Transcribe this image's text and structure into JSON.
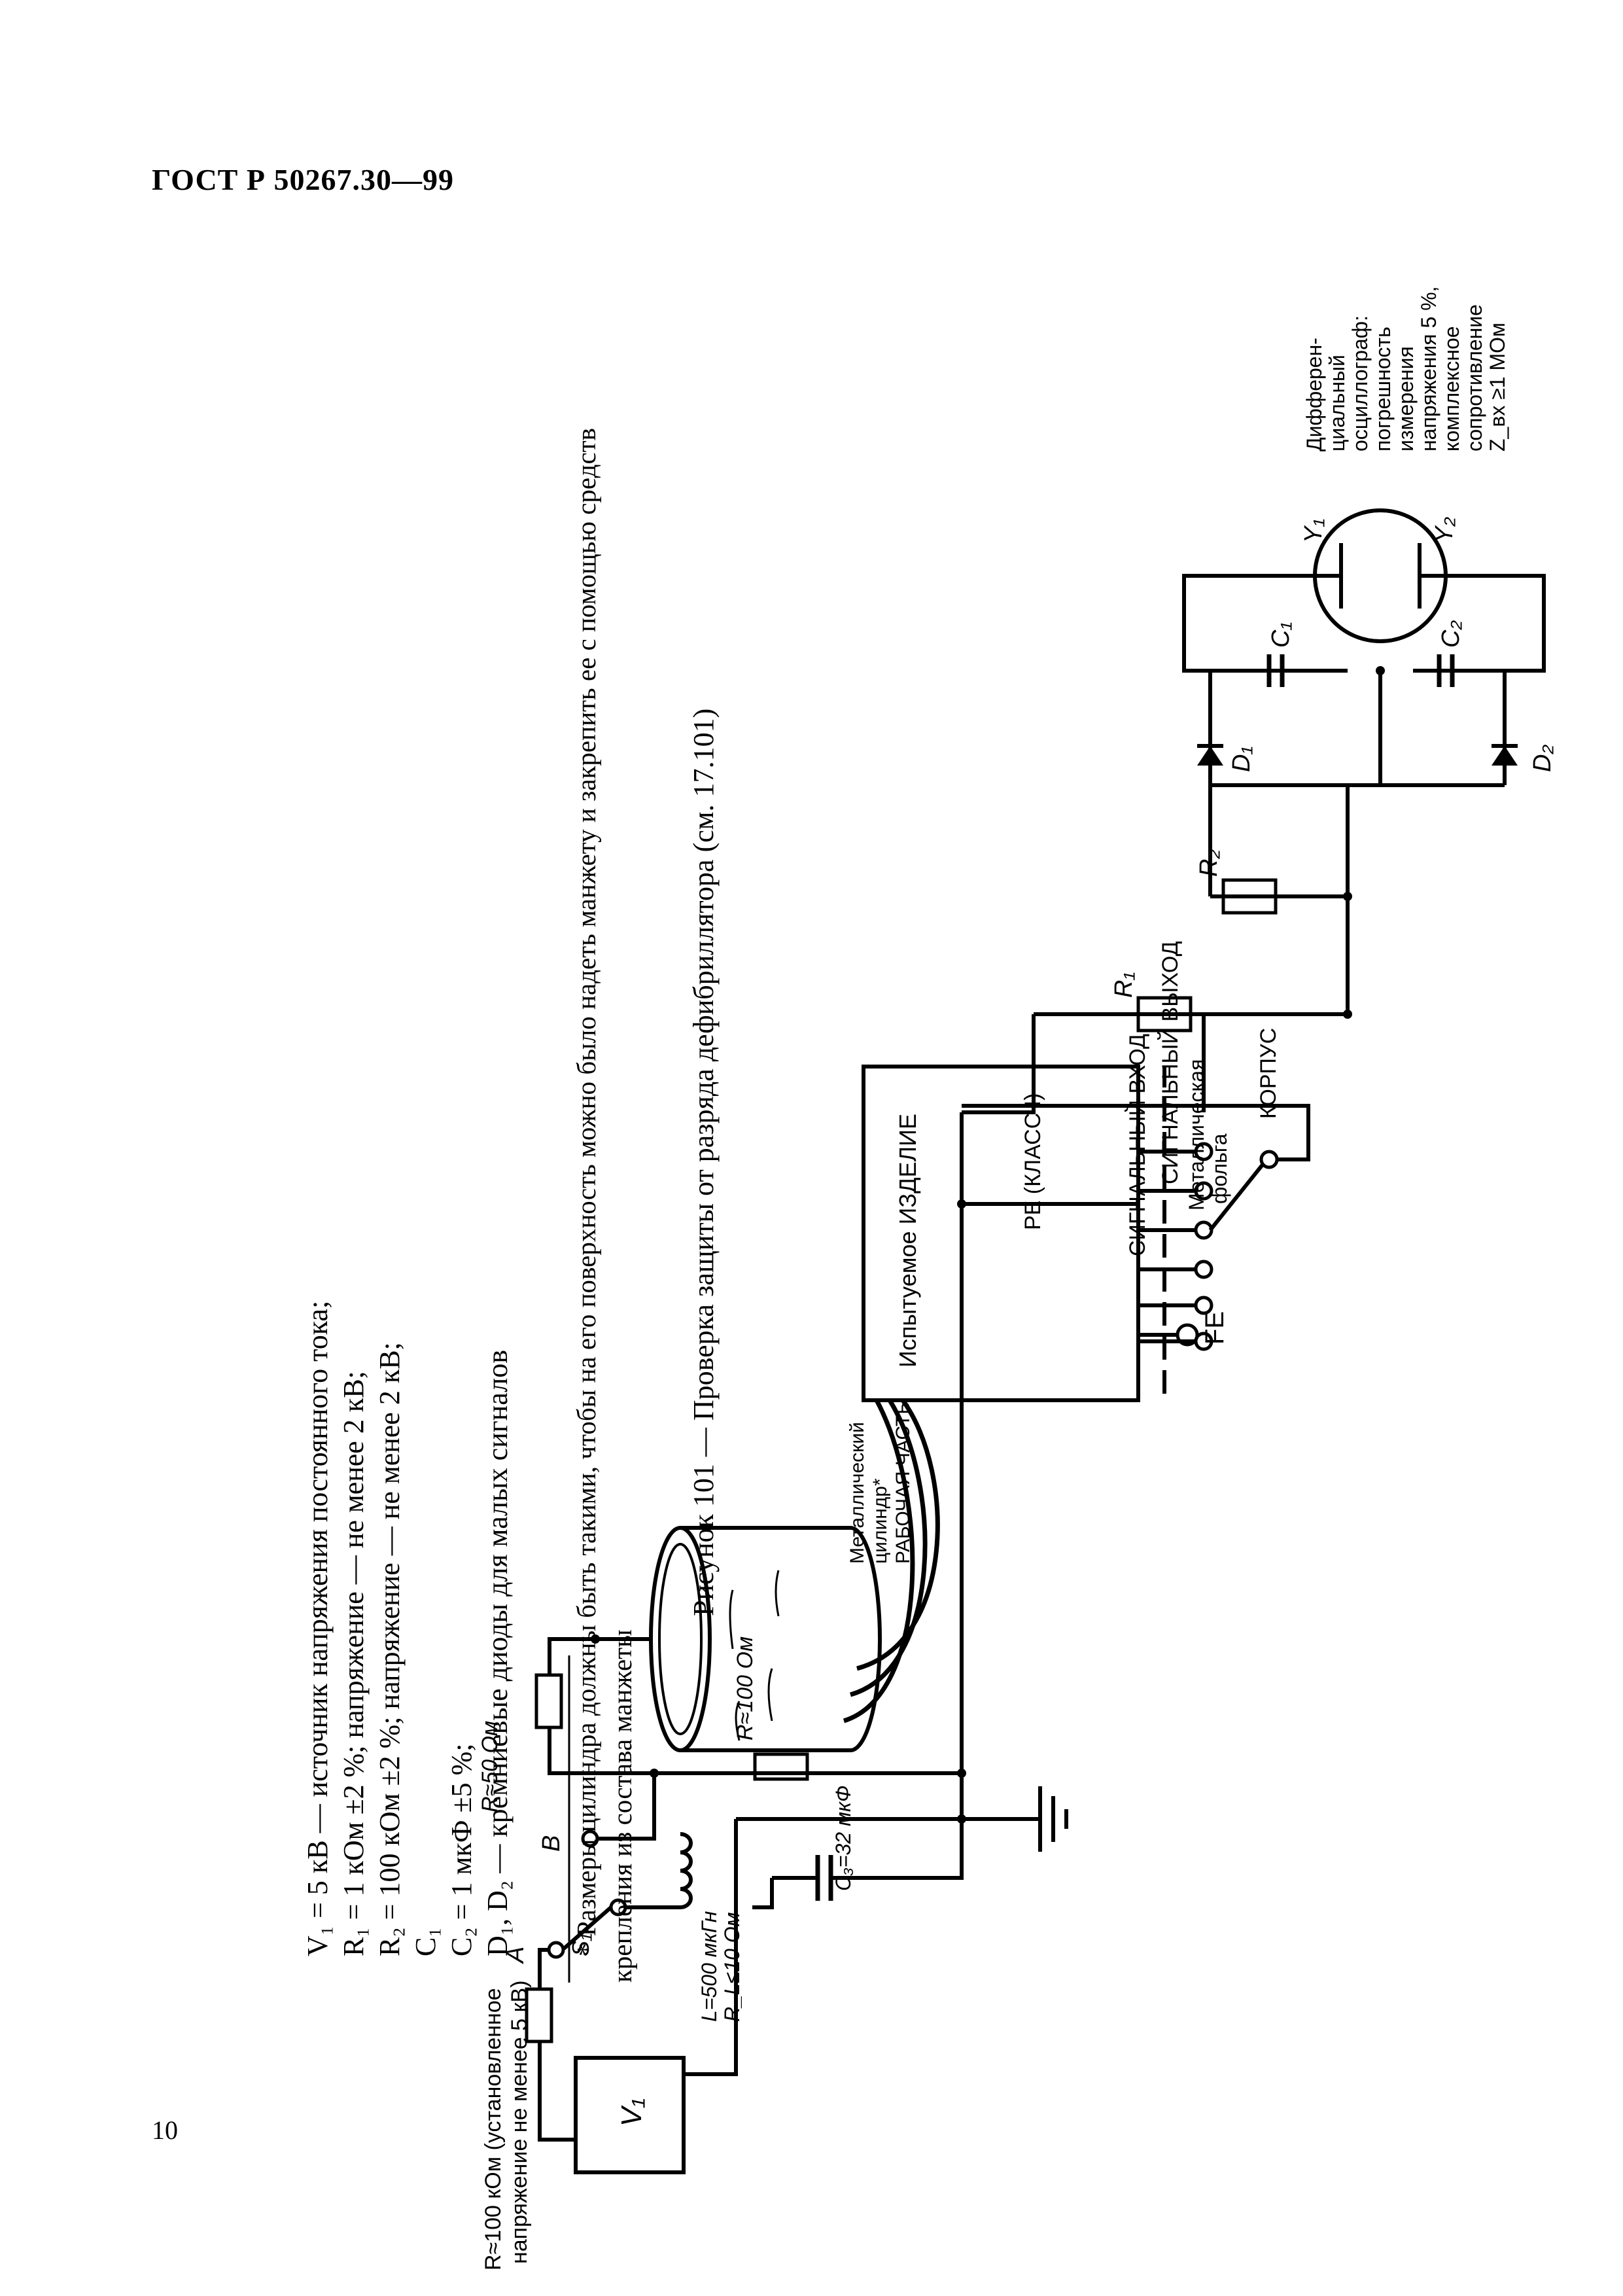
{
  "header": {
    "doc_code": "ГОСТ Р 50267.30—99",
    "page_number": "10"
  },
  "diagram": {
    "nodes": {
      "source": {
        "label": "V₁"
      },
      "r_source": {
        "label": "R≈100 кОм (установленное",
        "label2": "напряжение не менее 5 кВ)"
      },
      "switch": {
        "name": "S₁",
        "pos_a": "A",
        "pos_b": "B"
      },
      "inductor": {
        "label": "L=500 мкГн",
        "label2": "R_L≤10 Ом"
      },
      "capacitor3": {
        "label": "C₃=32 мкФ"
      },
      "r50": {
        "label": "R≈50 Ом"
      },
      "r100": {
        "label": "R≈100 Ом"
      },
      "cylinder": {
        "label": "Металлический",
        "label2": "цилиндр*",
        "label3": "РАБОЧАЯ ЧАСТЬ"
      },
      "device": {
        "title": "Испытуемое ИЗДЕЛИЕ",
        "pe": "PE (КЛАСС I)"
      },
      "foil": {
        "label": "Металлическая",
        "label2": "фольга"
      },
      "fe": {
        "label": "FE"
      },
      "terminals": {
        "out": "СИГНАЛЬНЫЙ ВЫХОД",
        "in": "СИГНАЛЬНЫЙ ВХОД",
        "case": "КОРПУС"
      },
      "r1": {
        "label": "R₁"
      },
      "r2": {
        "label": "R₂"
      },
      "d1": {
        "label": "D₁"
      },
      "d2": {
        "label": "D₂"
      },
      "c1": {
        "label": "C₁"
      },
      "c2": {
        "label": "C₂"
      },
      "y1": {
        "label": "Y₁"
      },
      "y2": {
        "label": "Y₂"
      },
      "osc": {
        "l1": "Дифферен-",
        "l2": "циальный",
        "l3": "осциллограф:",
        "l4": "погрешность",
        "l5": "измерения",
        "l6": "напряжения 5 %,",
        "l7": "комплексное",
        "l8": "сопротивление",
        "l9": "Z_вх ≥1 МОм"
      }
    },
    "legend": [
      "V₁ = 5 кВ — источник напряжения постоянного тока;",
      "R₁ = 1 кОм ±2 %; напряжение — не менее 2 кВ;",
      "R₂ = 100 кОм ±2 %; напряжение — не менее 2 кВ;",
      "C₁",
      "C₂ = 1 мкФ ±5 %;",
      "D₁, D₂ — кремниевые диоды для малых сигналов"
    ],
    "footnote": {
      "line1": "* Размеры цилиндра должны быть такими, чтобы на его поверхность можно было надеть манжету и закрепить ее с помощью средств",
      "line2": "крепления из состава манжеты"
    },
    "caption": "Рисунок 101 — Проверка защиты от разряда дефибриллятора (см. 17.101)"
  }
}
